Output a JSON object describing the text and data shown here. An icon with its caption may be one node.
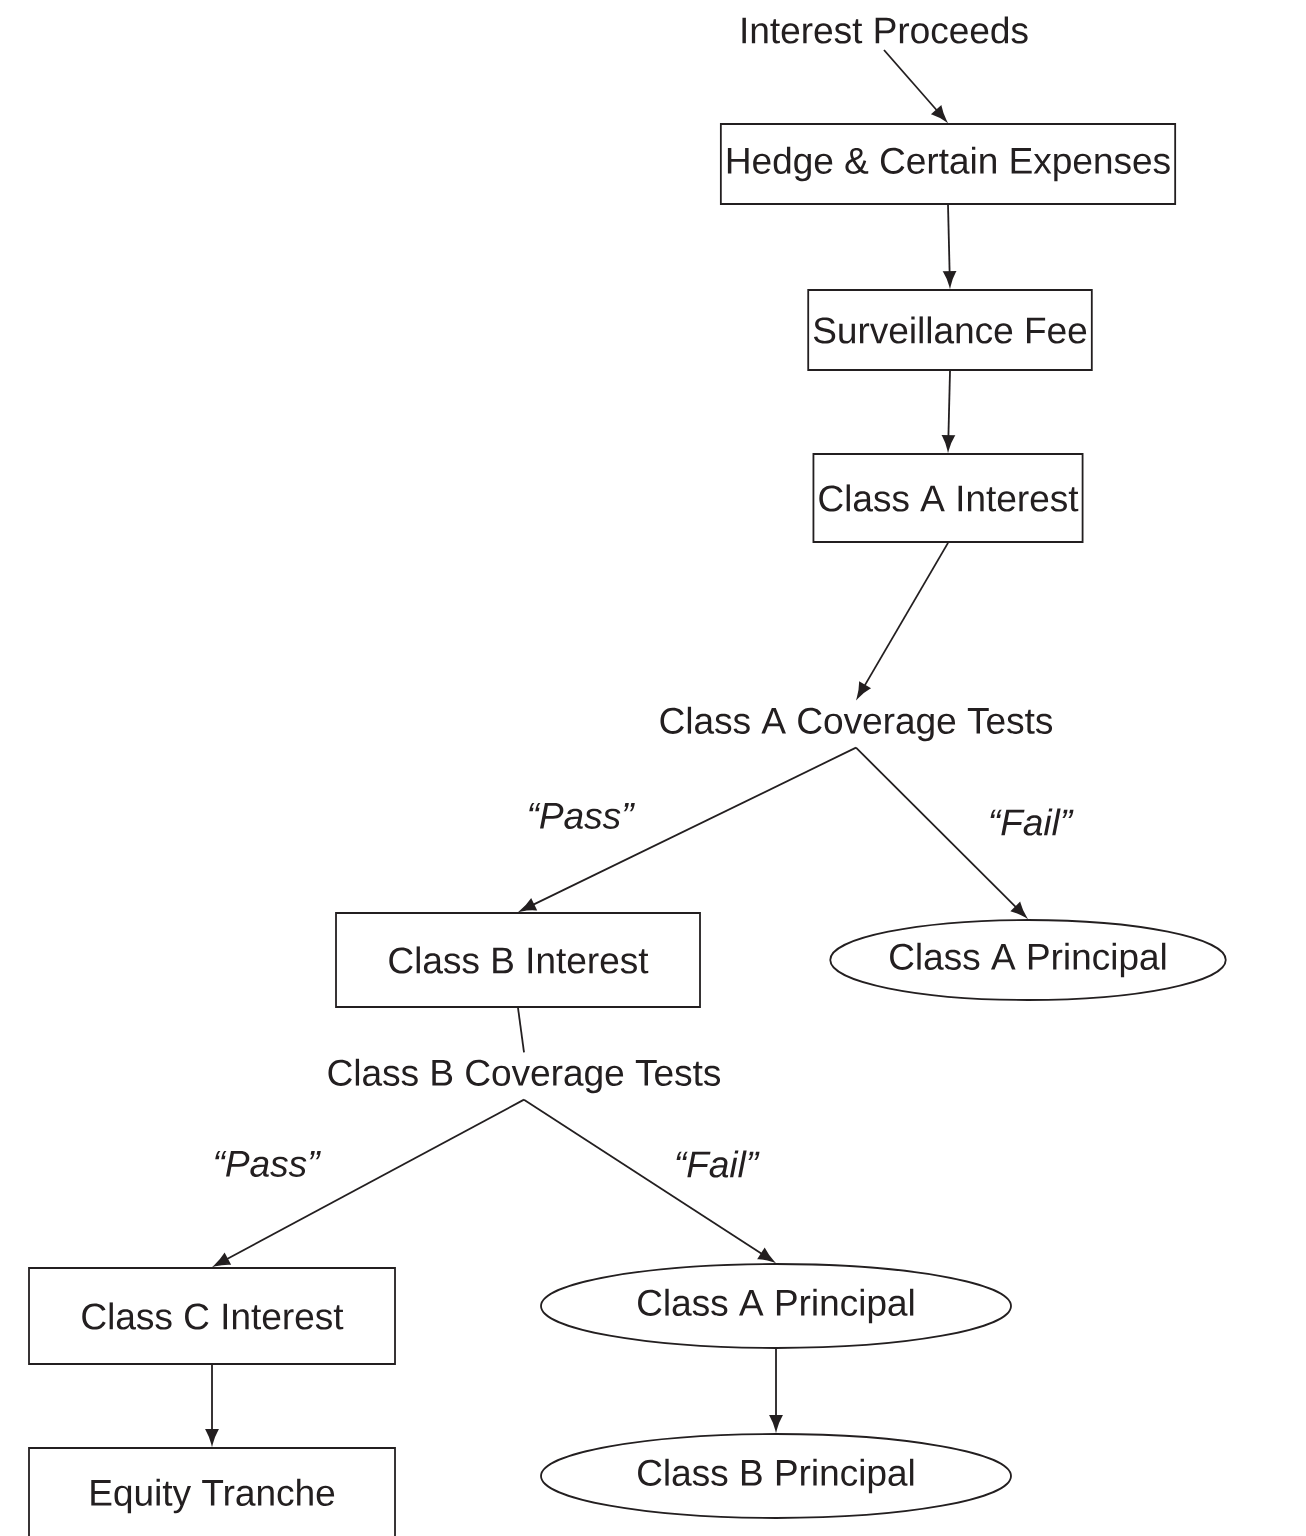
{
  "diagram": {
    "nodes": [
      {
        "text": [
          "Interest Proceeds"
        ]
      },
      {
        "text": [
          "Hedge & Certain Expenses"
        ]
      },
      {
        "text": [
          "Surveillance Fee"
        ]
      },
      {
        "text": [
          "Class A Interest"
        ]
      },
      {
        "text": [
          "Class A Coverage Tests"
        ]
      },
      {
        "text": [
          "Class B Interest"
        ]
      },
      {
        "text": [
          "Class A Principal"
        ]
      },
      {
        "text": [
          "Class B Coverage Tests"
        ]
      },
      {
        "text": [
          "Class C Interest"
        ]
      },
      {
        "text": [
          "Class A Principal"
        ]
      },
      {
        "text": [
          "Equity Tranche"
        ]
      },
      {
        "text": [
          "Class B Principal"
        ]
      }
    ],
    "edges": [
      {
        "from": 0,
        "to": 1,
        "arrow": "to"
      },
      {
        "from": 1,
        "to": 2,
        "arrow": "to"
      },
      {
        "from": 2,
        "to": 3,
        "arrow": "to"
      },
      {
        "from": 3,
        "to": 4,
        "arrow": "to"
      },
      {
        "from": 4,
        "to": 5,
        "arrow": "to",
        "label": "“Pass”"
      },
      {
        "from": 4,
        "to": 6,
        "arrow": "to",
        "label": "“Fail”"
      },
      {
        "from": 5,
        "to": 7,
        "arrow": "none"
      },
      {
        "from": 7,
        "to": 8,
        "arrow": "to",
        "label": "“Pass”"
      },
      {
        "from": 7,
        "to": 9,
        "arrow": "to",
        "label": "“Fail”"
      },
      {
        "from": 8,
        "to": 10,
        "arrow": "to"
      },
      {
        "from": 9,
        "to": 11,
        "arrow": "to"
      }
    ]
  }
}
